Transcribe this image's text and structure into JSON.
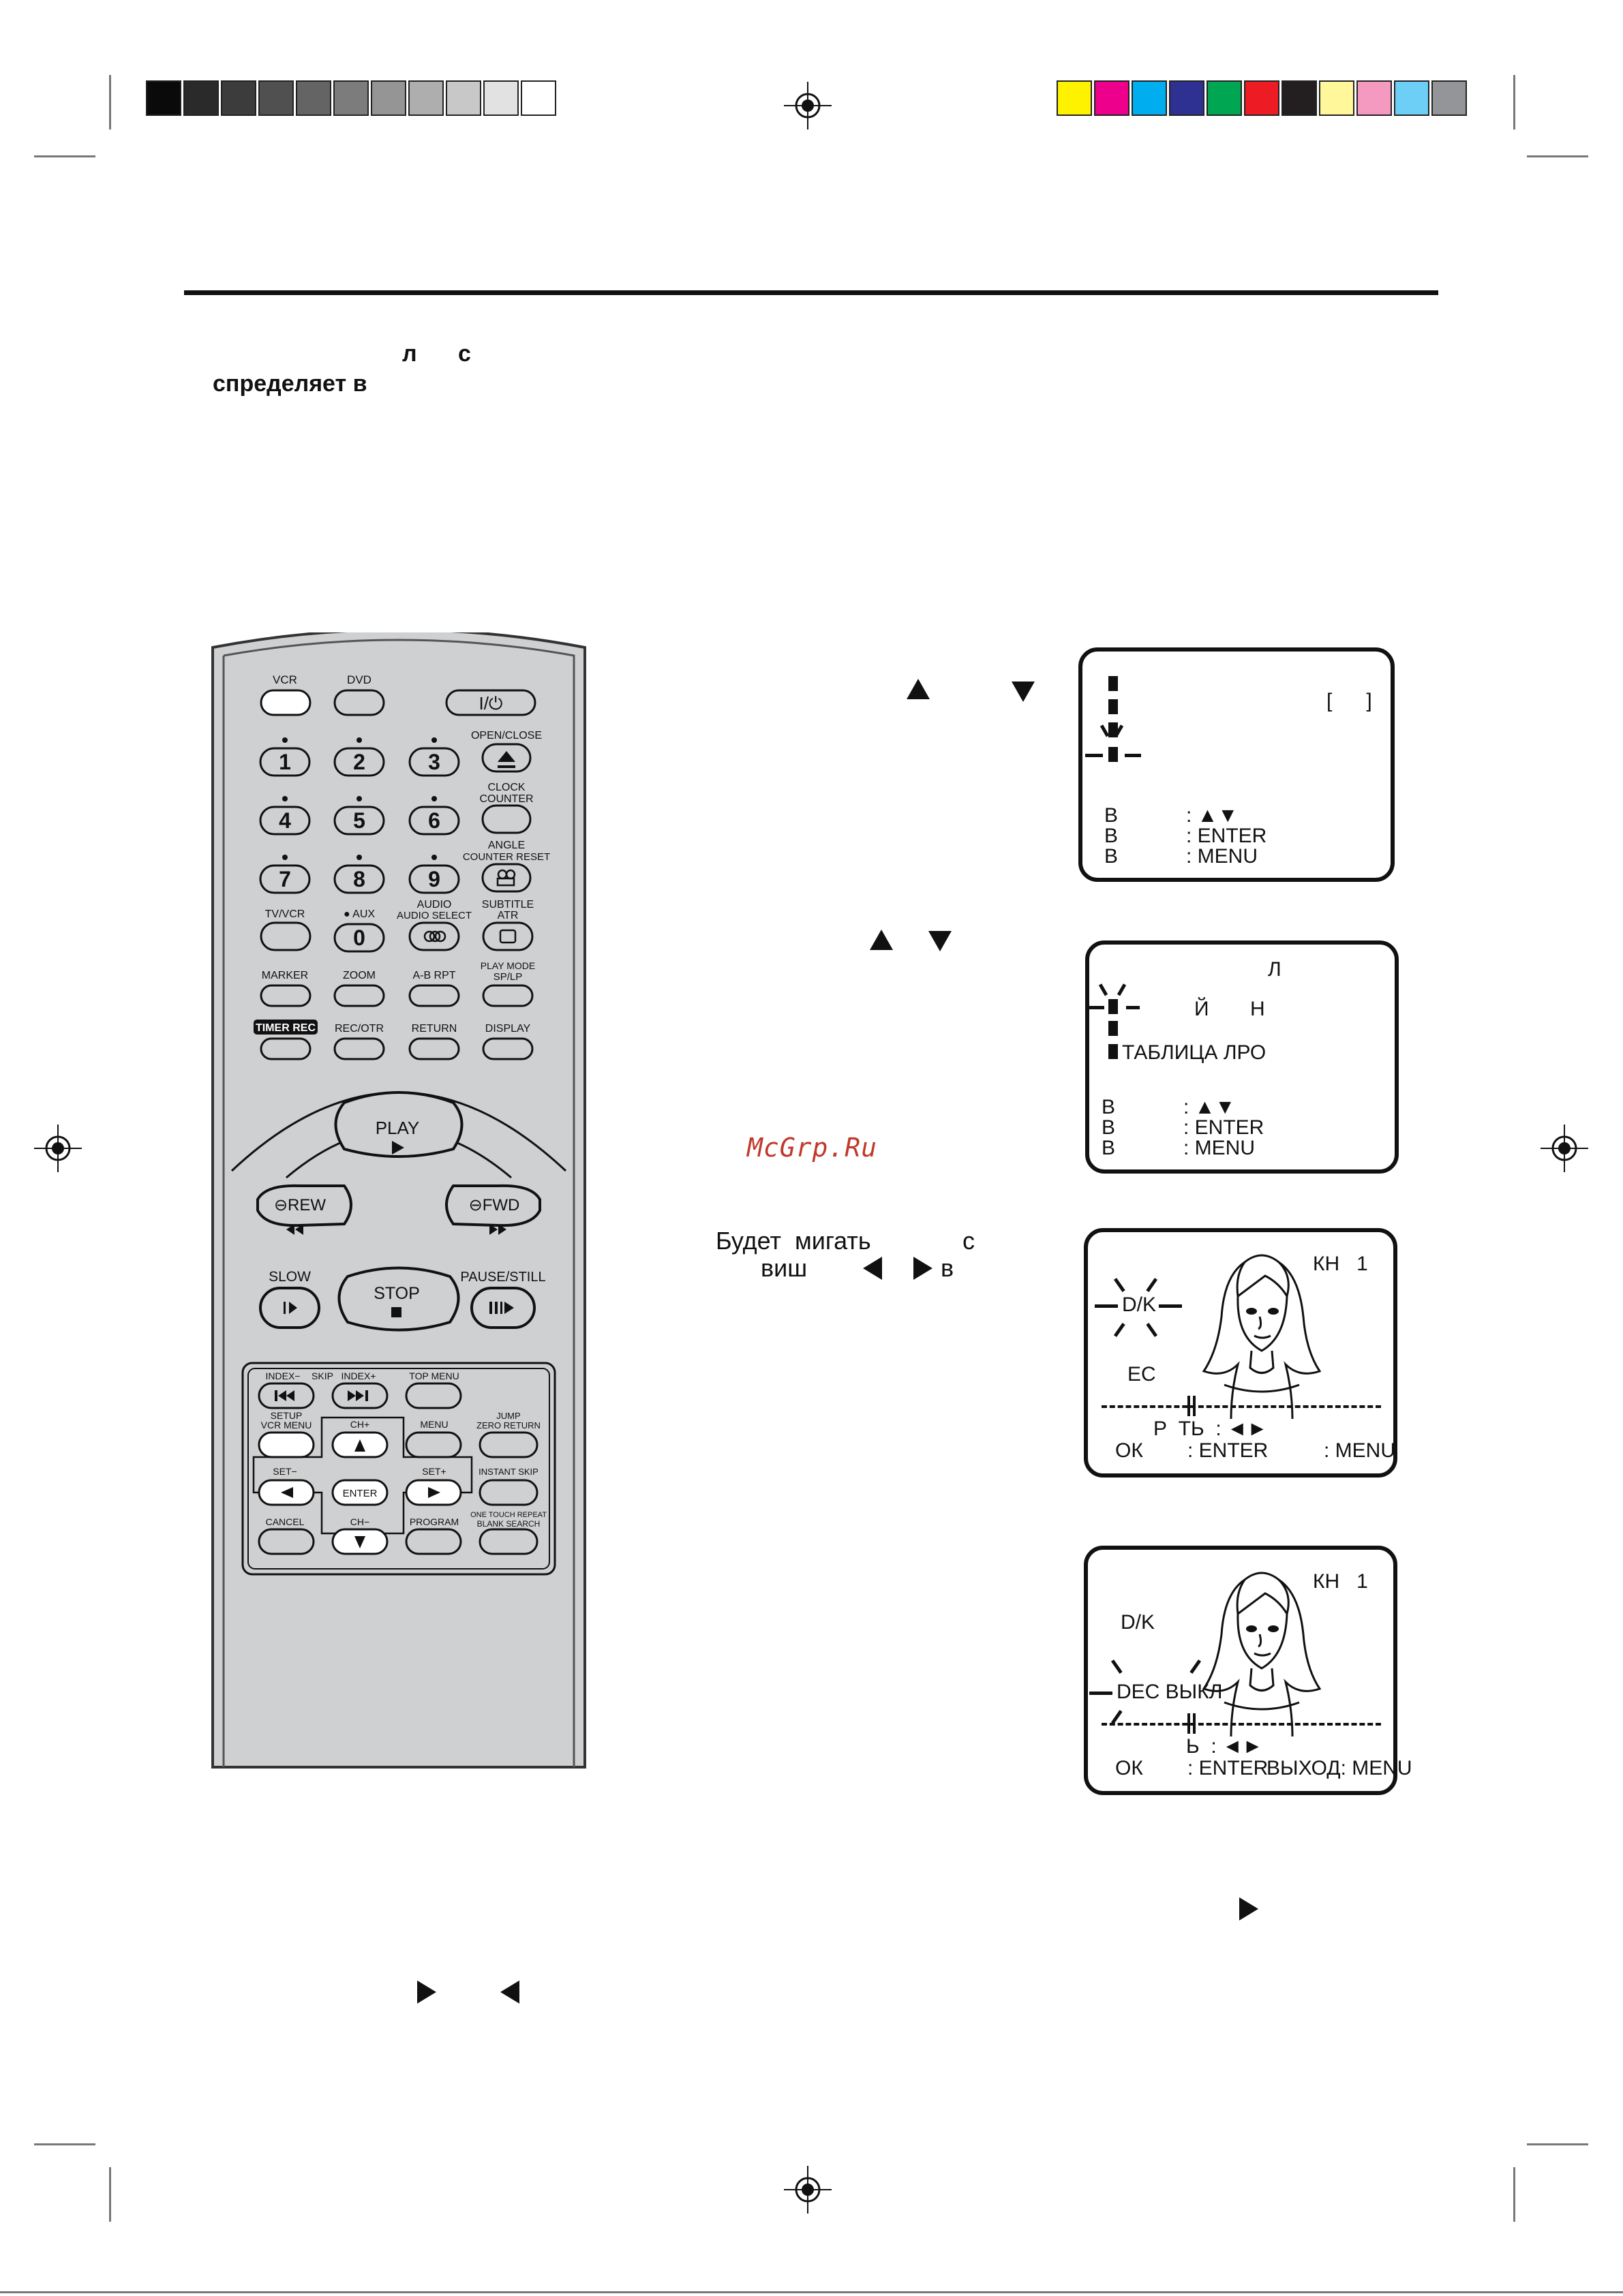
{
  "header": {
    "fragments": [
      "л",
      "с",
      "спределяет в"
    ]
  },
  "colors": {
    "gray_ramp": [
      "#0a0a0a",
      "#2a2a2a",
      "#3c3c3c",
      "#505050",
      "#646464",
      "#7c7c7c",
      "#959595",
      "#aeaeae",
      "#c8c8c8",
      "#e2e2e2",
      "#ffffff"
    ],
    "color_bar": [
      "#fff200",
      "#ec008c",
      "#00aeef",
      "#2e3192",
      "#00a651",
      "#ed1c24",
      "#231f20",
      "#fff799",
      "#f49ac1",
      "#6dcff6",
      "#939598"
    ],
    "remote_body": "#cfd0d2",
    "watermark": "#c0392b"
  },
  "remote": {
    "top_buttons": {
      "vcr": "VCR",
      "dvd": "DVD",
      "power": "I/⏻"
    },
    "numbers": [
      "1",
      "2",
      "3",
      "4",
      "5",
      "6",
      "7",
      "8",
      "9",
      "0"
    ],
    "labels": {
      "open_close": "OPEN/CLOSE",
      "clock_counter_1": "CLOCK",
      "clock_counter_2": "COUNTER",
      "angle": "ANGLE",
      "counter_reset": "COUNTER RESET",
      "tv_vcr": "TV/VCR",
      "aux": "● AUX",
      "audio": "AUDIO",
      "audio_select": "AUDIO SELECT",
      "subtitle": "SUBTITLE",
      "atr": "ATR",
      "marker": "MARKER",
      "zoom": "ZOOM",
      "ab_rpt": "A-B RPT",
      "play_mode": "PLAY MODE",
      "sp_lp": "SP/LP",
      "timer_rec": "TIMER REC",
      "rec_otr": "REC/OTR",
      "return": "RETURN",
      "display": "DISPLAY",
      "play": "PLAY",
      "rew": "⊖REW",
      "fwd": "⊖FWD",
      "slow": "SLOW",
      "stop": "STOP",
      "pause_still": "PAUSE/STILL",
      "index_minus": "INDEX−",
      "skip": "SKIP",
      "index_plus": "INDEX+",
      "top_menu": "TOP MENU",
      "setup": "SETUP",
      "vcr_menu": "VCR MENU",
      "ch_plus": "CH+",
      "menu": "MENU",
      "jump": "JUMP",
      "zero_return": "ZERO RETURN",
      "set_minus": "SET−",
      "set_plus": "SET+",
      "instant_skip": "INSTANT SKIP",
      "enter": "ENTER",
      "one_touch_repeat": "ONE TOUCH REPEAT",
      "blank_search": "BLANK SEARCH",
      "cancel": "CANCEL",
      "ch_minus": "CH−",
      "program": "PROGRAM"
    }
  },
  "instructions": {
    "blink_line_1": "Будет  мигать",
    "blink_c": "с",
    "blink_line_2": "виш",
    "blink_v": "в"
  },
  "watermark": "McGrp.Ru",
  "screens": {
    "s1": {
      "brackets": "[      ]",
      "nav_label": "В",
      "nav_keys": ": ▲▼",
      "ok_label": "В",
      "ok_keys": ": ENTER",
      "exit_label": "В",
      "exit_keys": ": MENU"
    },
    "s2": {
      "title": "Л",
      "row1_a": "Й",
      "row1_b": "Н",
      "row2": "ТАБЛИЦА ЛРО",
      "nav_label": "В",
      "nav_keys": ": ▲▼",
      "ok_label": "В",
      "ok_keys": ": ENTER",
      "exit_label": "В",
      "exit_keys": ": MENU"
    },
    "s3": {
      "channel": "КН   1",
      "system": "D/K",
      "dec": "ЕС",
      "select": "Р  ТЬ  : ◄►",
      "ok": "ОК",
      "ok_keys": ": ENTER",
      "exit_keys": ": MENU"
    },
    "s4": {
      "channel": "КН   1",
      "system": "D/K",
      "dec": "DEC ВЫКЛ",
      "select": "Ь  : ◄►",
      "ok": "ОК",
      "ok_keys": ": ENTER",
      "exit_keys": "ВЫХОД: MENU"
    }
  }
}
